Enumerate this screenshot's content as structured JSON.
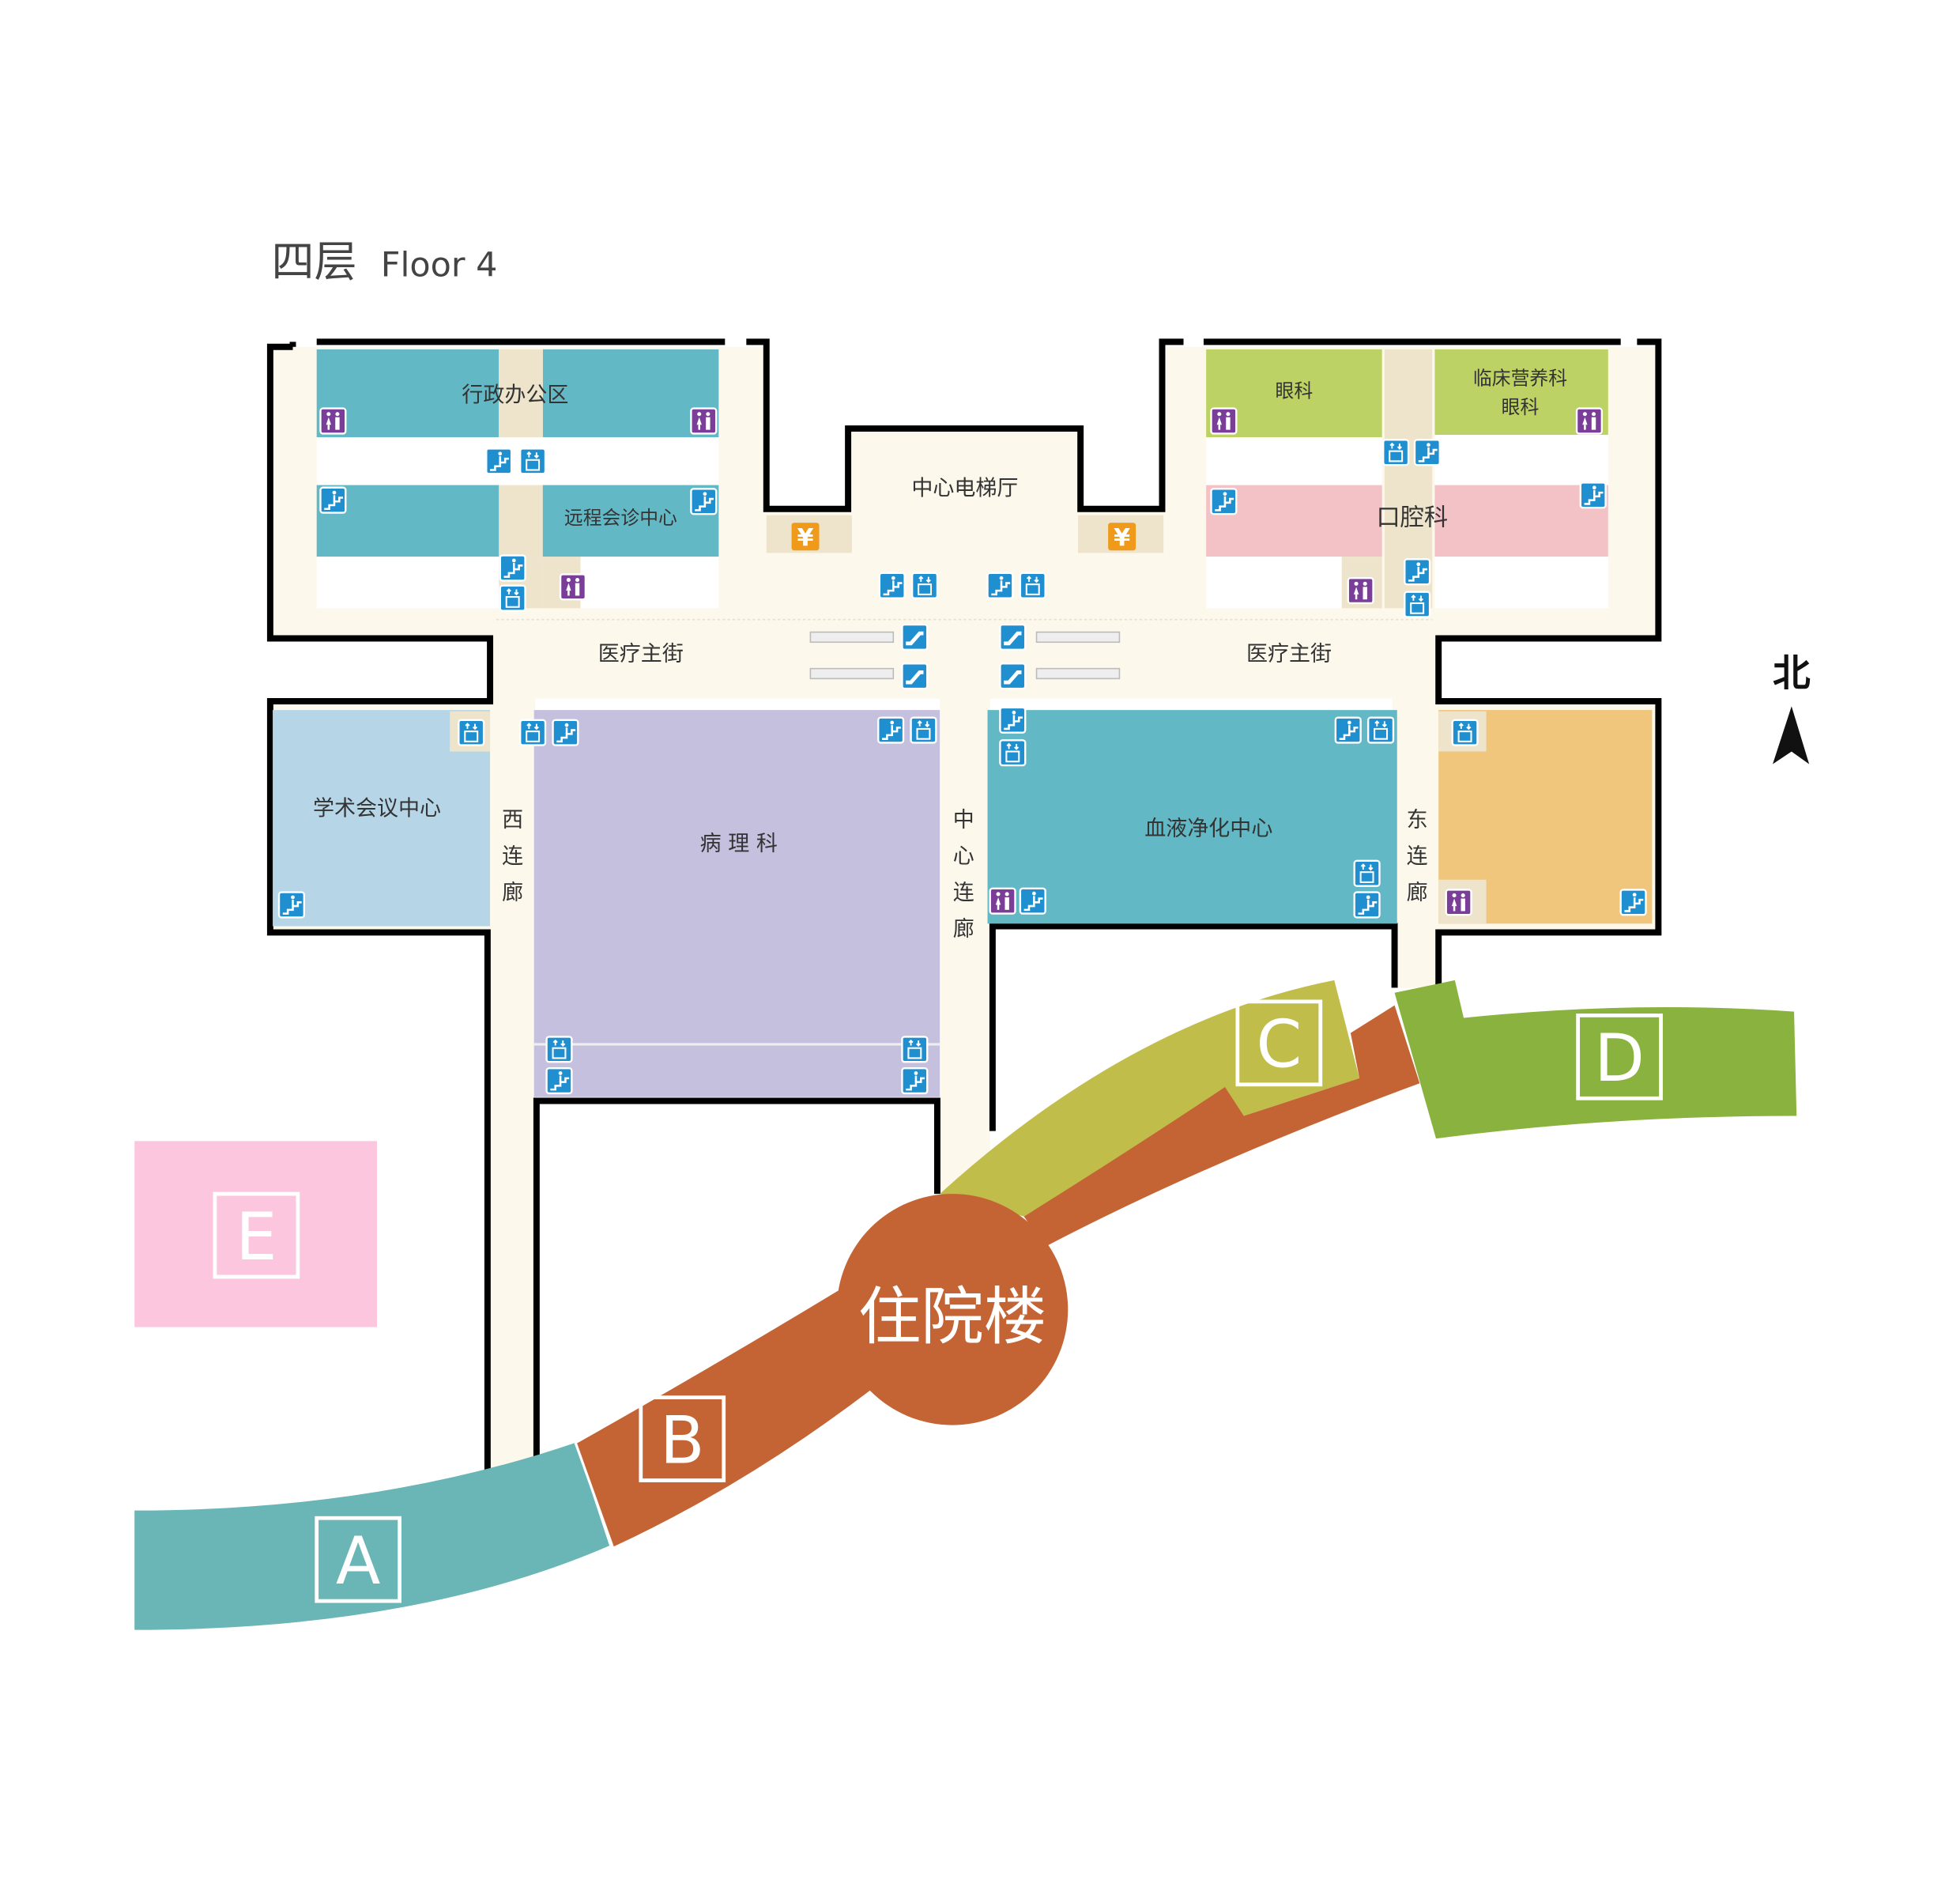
{
  "title": {
    "cn": "四层",
    "en": "Floor 4"
  },
  "north_label": "北",
  "rooms": {
    "admin_office": "行政办公区",
    "remote_consult": "远程会诊中心",
    "central_elevator_hall": "中心电梯厅",
    "ophthalmology": "眼科",
    "clinical_nutrition": "临床营养科",
    "ophthalmology2": "眼科",
    "stomatology": "口腔科",
    "medical_street_west": "医疗主街",
    "medical_street_east": "医疗主街",
    "academic_center": "学术会议中心",
    "west_corridor": [
      "西",
      "连",
      "廊"
    ],
    "pathology": "病 理 科",
    "central_corridor": [
      "中",
      "心",
      "连",
      "廊"
    ],
    "blood_purification": "血液净化中心",
    "east_corridor": [
      "东",
      "连",
      "廊"
    ]
  },
  "buildings": {
    "inpatient": "住院楼",
    "A": "A",
    "B": "B",
    "C": "C",
    "D": "D",
    "E": "E"
  },
  "icons": {
    "yen": "¥"
  },
  "colors": {
    "teal": "#62b9c5",
    "green": "#bcd264",
    "pink": "#f2c2c6",
    "lightblue": "#b6d6e8",
    "lavender": "#c6c0df",
    "orange": "#f0c57c",
    "floor": "#fdf8ec",
    "corridor": "#ede4cb",
    "bandA": "#6ab5b5",
    "bandB": "#c46434",
    "bandC": "#c1bd4a",
    "bandD": "#8ab23e",
    "bandE": "#fdc6df",
    "icon_blue": "#1f8fd0",
    "icon_purple": "#7a3e98",
    "icon_orange": "#ef9a1a"
  }
}
